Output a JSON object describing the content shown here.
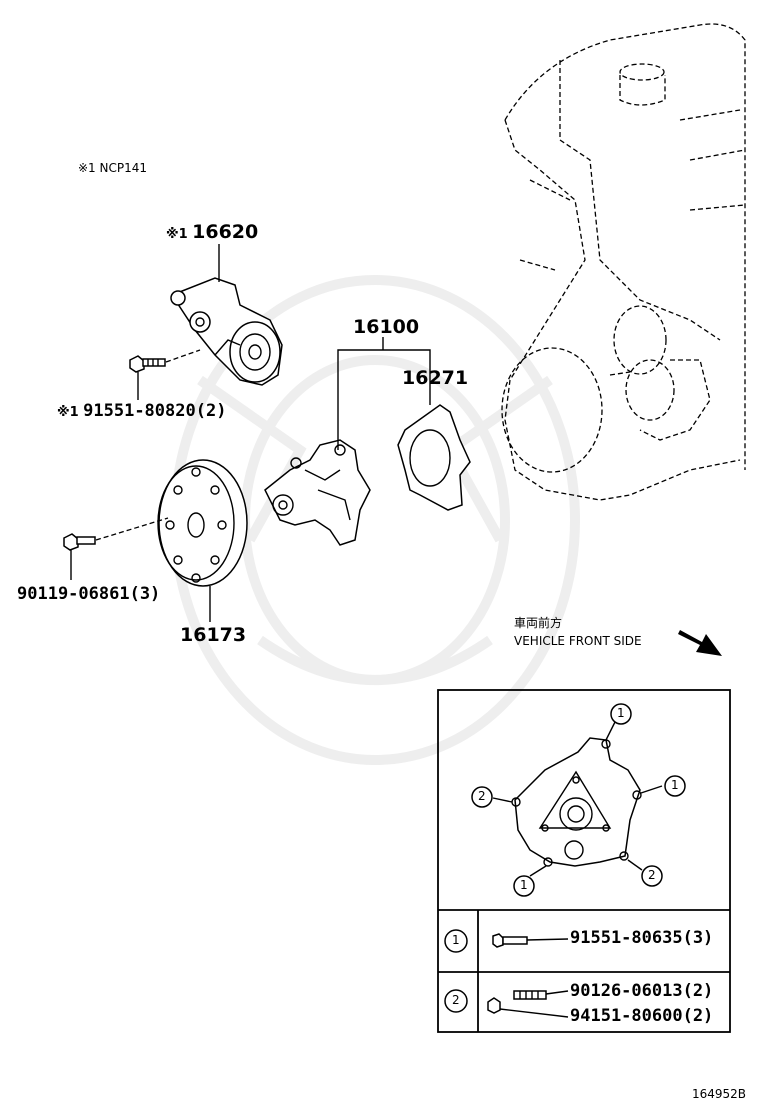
{
  "note": {
    "mark": "※1",
    "text": "NCP141"
  },
  "parts": {
    "tensioner": {
      "mark": "※1",
      "number": "16620"
    },
    "bolt_1": {
      "mark": "※1",
      "number": "91551-80820(2)"
    },
    "water_pump": {
      "number": "16100"
    },
    "gasket": {
      "number": "16271"
    },
    "bolt_2": {
      "number": "90119-06861(3)"
    },
    "pulley": {
      "number": "16173"
    }
  },
  "direction": {
    "japanese": "車両前方",
    "english": "VEHICLE FRONT SIDE"
  },
  "detail": {
    "callout_1": "1",
    "callout_2": "2",
    "rows": [
      {
        "key": "1",
        "parts": [
          "91551-80635(3)"
        ]
      },
      {
        "key": "2",
        "parts": [
          "90126-06013(2)",
          "94151-80600(2)"
        ]
      }
    ]
  },
  "illustration_id": "164952B"
}
